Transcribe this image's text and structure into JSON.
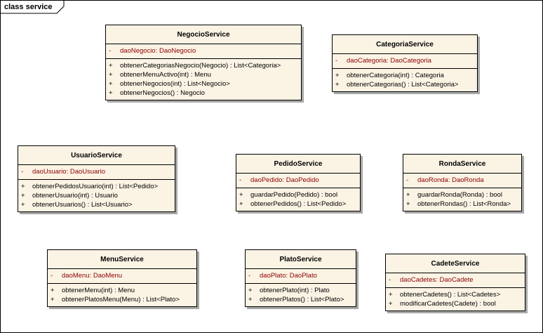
{
  "frame": {
    "label": "class service"
  },
  "classes": [
    {
      "name": "NegocioService",
      "attributes": [
        {
          "vis": "-",
          "text": "daoNegocio:  DaoNegocio"
        }
      ],
      "operations": [
        {
          "vis": "+",
          "text": "obtenerCategoriasNegocio(Negocio) : List<Categoria>"
        },
        {
          "vis": "+",
          "text": "obtenerMenuActivo(int) : Menu"
        },
        {
          "vis": "+",
          "text": "obtenerNegocios(int) : List<Negocio>"
        },
        {
          "vis": "+",
          "text": "obtenerNegocios() : Negocio"
        }
      ]
    },
    {
      "name": "CategoriaService",
      "attributes": [
        {
          "vis": "-",
          "text": "daoCategoria:  DaoCategoria"
        }
      ],
      "operations": [
        {
          "vis": "+",
          "text": "obtenerCategoria(int) : Categoria"
        },
        {
          "vis": "+",
          "text": "obtenerCategorias() : List<Categoria>"
        }
      ]
    },
    {
      "name": "UsuarioService",
      "attributes": [
        {
          "vis": "-",
          "text": "daoUsuario:  DaoUsuario"
        }
      ],
      "operations": [
        {
          "vis": "+",
          "text": "obtenerPedidosUsuario(int) : List<Pedido>"
        },
        {
          "vis": "+",
          "text": "obtenerUsuario(int) : Usuario"
        },
        {
          "vis": "+",
          "text": "obtenerUsuarios() : List<Usuario>"
        }
      ]
    },
    {
      "name": "PedidoService",
      "attributes": [
        {
          "vis": "-",
          "text": "daoPedido:  DaoPedido"
        }
      ],
      "operations": [
        {
          "vis": "+",
          "text": "guardarPedido(Pedido) : bool"
        },
        {
          "vis": "+",
          "text": "obtenerPedidos() : List<Pedido>"
        }
      ]
    },
    {
      "name": "RondaService",
      "attributes": [
        {
          "vis": "-",
          "text": "daoRonda:  DaoRonda"
        }
      ],
      "operations": [
        {
          "vis": "+",
          "text": "guardarRonda(Ronda) : bool"
        },
        {
          "vis": "+",
          "text": "obtenerRondas() : List<Ronda>"
        }
      ]
    },
    {
      "name": "MenuService",
      "attributes": [
        {
          "vis": "-",
          "text": "daoMenu:  DaoMenu"
        }
      ],
      "operations": [
        {
          "vis": "+",
          "text": "obtenerMenu(int) : Menu"
        },
        {
          "vis": "+",
          "text": "obtenerPlatosMenu(Menu) : List<Plato>"
        }
      ]
    },
    {
      "name": "PlatoService",
      "attributes": [
        {
          "vis": "-",
          "text": "daoPlato:  DaoPlato"
        }
      ],
      "operations": [
        {
          "vis": "+",
          "text": "obtenerPlato(int) : Plato"
        },
        {
          "vis": "+",
          "text": "obtenerPlatos() : List<Plato>"
        }
      ]
    },
    {
      "name": "CadeteService",
      "attributes": [
        {
          "vis": "-",
          "text": "daoCadetes:  DaoCadete"
        }
      ],
      "operations": [
        {
          "vis": "+",
          "text": "obtenerCadetes() : List<Cadetes>"
        },
        {
          "vis": "+",
          "text": "modificarCadetes(Cadete) : bool"
        }
      ]
    }
  ]
}
